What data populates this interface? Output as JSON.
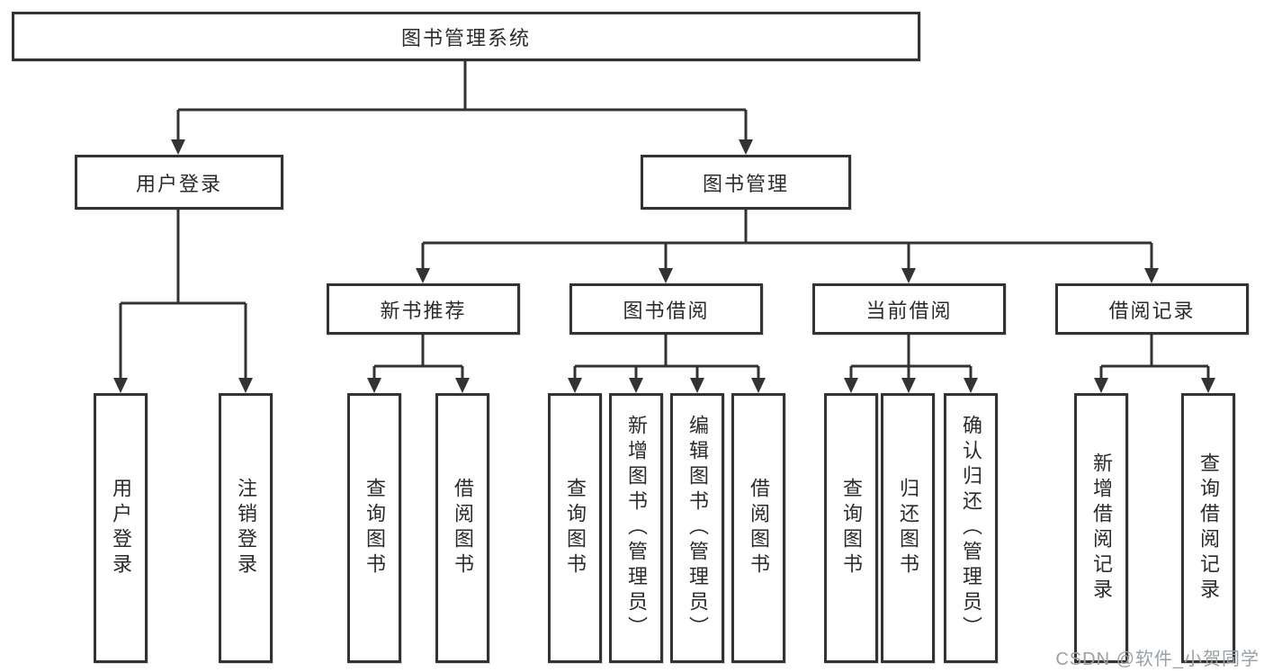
{
  "diagram": {
    "type": "hierarchy-tree",
    "tree": {
      "label": "图书管理系统",
      "children": [
        {
          "label": "用户登录",
          "children": [
            {
              "label": "用户登录"
            },
            {
              "label": "注销登录"
            }
          ]
        },
        {
          "label": "图书管理",
          "children": [
            {
              "label": "新书推荐",
              "children": [
                {
                  "label": "查询图书"
                },
                {
                  "label": "借阅图书"
                }
              ]
            },
            {
              "label": "图书借阅",
              "children": [
                {
                  "label": "查询图书"
                },
                {
                  "label": "新增图书（管理员）"
                },
                {
                  "label": "编辑图书（管理员）"
                },
                {
                  "label": "借阅图书"
                }
              ]
            },
            {
              "label": "当前借阅",
              "children": [
                {
                  "label": "查询图书"
                },
                {
                  "label": "归还图书"
                },
                {
                  "label": "确认归还（管理员）"
                }
              ]
            },
            {
              "label": "借阅记录",
              "children": [
                {
                  "label": "新增借阅记录"
                },
                {
                  "label": "查询借阅记录"
                }
              ]
            }
          ]
        }
      ]
    },
    "watermark": "CSDN @软件_小贺同学",
    "colors": {
      "line": "#333333",
      "box_border": "#333333",
      "text": "#2b2b2b",
      "background": "#ffffff",
      "watermark": "#9aa0a6"
    }
  }
}
